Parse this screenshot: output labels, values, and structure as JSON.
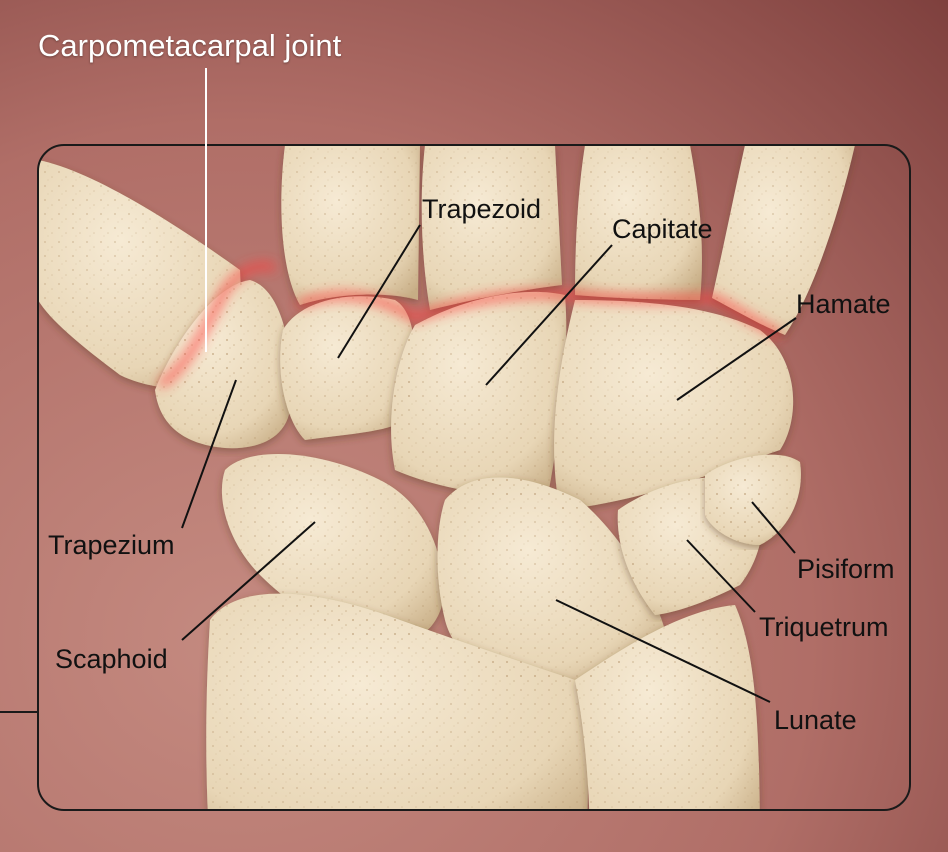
{
  "title": "Carpometacarpal joint",
  "labels": {
    "trapezoid": "Trapezoid",
    "capitate": "Capitate",
    "hamate": "Hamate",
    "trapezium": "Trapezium",
    "scaphoid": "Scaphoid",
    "pisiform": "Pisiform",
    "triquetrum": "Triquetrum",
    "lunate": "Lunate"
  },
  "colors": {
    "background": "#b06e67",
    "bone": "#ecdcc0",
    "bone_shadow": "#c9b08a",
    "joint_glow": "#ff3c3c",
    "leader_line_dark": "#111111",
    "leader_line_light": "#ffffff",
    "frame": "#1a1a1a"
  }
}
